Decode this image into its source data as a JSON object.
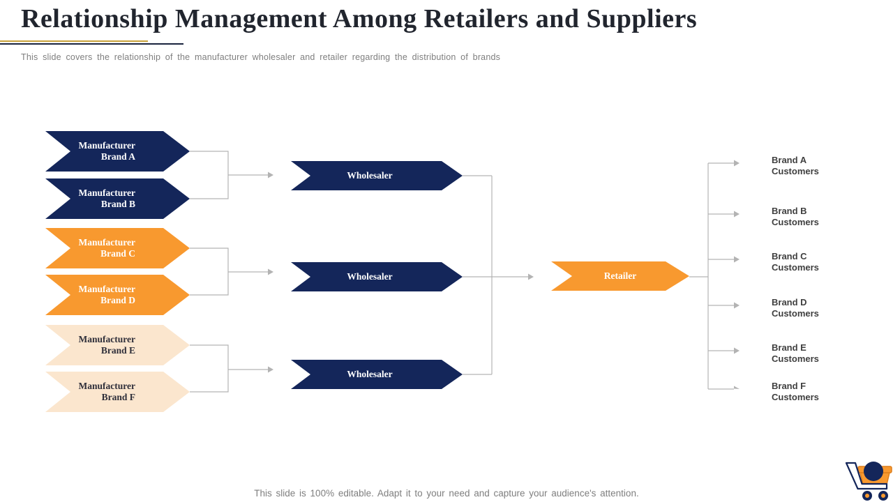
{
  "slide": {
    "title": "Relationship Management Among Retailers and Suppliers",
    "subtitle": "This slide covers the relationship of the manufacturer wholesaler and retailer regarding the distribution of brands",
    "footer_note": "This slide is 100% editable. Adapt it to your need and capture your audience's attention."
  },
  "colors": {
    "navy": "#14265A",
    "orange": "#F8992F",
    "peach": "#FBE6CE",
    "peach_text": "#2F2F3A",
    "gold_rule": "#C8A23B",
    "navy_rule": "#19233E",
    "connector": "#B3B3B3",
    "title_text": "#21252E",
    "muted_text": "#7E7E7E",
    "customer_text": "#3F3F3F"
  },
  "diagram": {
    "manufacturers": [
      {
        "line1": "Manufacturer",
        "line2": "Brand A",
        "color": "navy"
      },
      {
        "line1": "Manufacturer",
        "line2": "Brand B",
        "color": "navy"
      },
      {
        "line1": "Manufacturer",
        "line2": "Brand C",
        "color": "orange"
      },
      {
        "line1": "Manufacturer",
        "line2": "Brand D",
        "color": "orange"
      },
      {
        "line1": "Manufacturer",
        "line2": "Brand E",
        "color": "peach"
      },
      {
        "line1": "Manufacturer",
        "line2": "Brand F",
        "color": "peach"
      }
    ],
    "wholesalers": [
      {
        "label": "Wholesaler"
      },
      {
        "label": "Wholesaler"
      },
      {
        "label": "Wholesaler"
      }
    ],
    "retailer": {
      "label": "Retailer"
    },
    "customers": [
      {
        "line1": "Brand A",
        "line2": "Customers"
      },
      {
        "line1": "Brand B",
        "line2": "Customers"
      },
      {
        "line1": "Brand C",
        "line2": "Customers"
      },
      {
        "line1": "Brand D",
        "line2": "Customers"
      },
      {
        "line1": "Brand E",
        "line2": "Customers"
      },
      {
        "line1": "Brand F",
        "line2": "Customers"
      }
    ],
    "footer_icon": "shopping-cart"
  }
}
